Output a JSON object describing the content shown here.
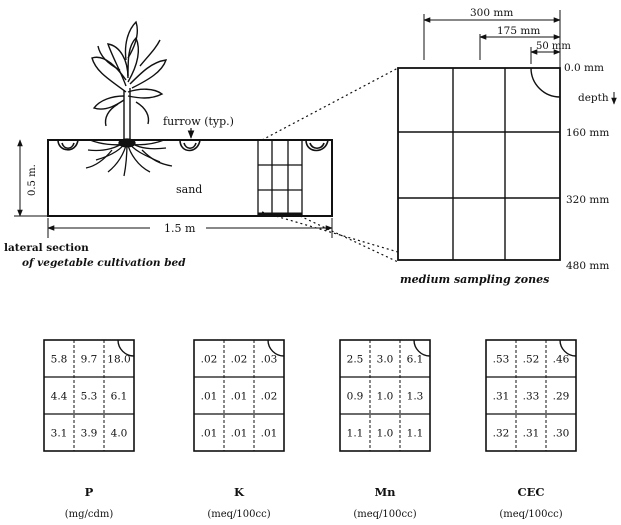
{
  "bed_section": {
    "height_label": "0.5 m.",
    "width_label": "1.5 m",
    "furrow_label": "furrow (typ.)",
    "medium_label": "sand",
    "caption_line1": "lateral section",
    "caption_line2": "of vegetable cultivation bed"
  },
  "zone_detail": {
    "width_labels": [
      "300 mm",
      "175 mm",
      "50 mm"
    ],
    "depth_word": "depth",
    "depth_labels": [
      "0.0 mm",
      "160 mm",
      "320 mm",
      "480 mm"
    ],
    "caption": "medium sampling zones"
  },
  "tables": [
    {
      "name": "P",
      "unit": "(mg/cdm)",
      "rows": [
        [
          "5.8",
          "9.7",
          "18.0"
        ],
        [
          "4.4",
          "5.3",
          "6.1"
        ],
        [
          "3.1",
          "3.9",
          "4.0"
        ]
      ]
    },
    {
      "name": "K",
      "unit": "(meq/100cc)",
      "rows": [
        [
          ".02",
          ".02",
          ".03"
        ],
        [
          ".01",
          ".01",
          ".02"
        ],
        [
          ".01",
          ".01",
          ".01"
        ]
      ]
    },
    {
      "name": "Mn",
      "unit": "(meq/100cc)",
      "rows": [
        [
          "2.5",
          "3.0",
          "6.1"
        ],
        [
          "0.9",
          "1.0",
          "1.3"
        ],
        [
          "1.1",
          "1.0",
          "1.1"
        ]
      ]
    },
    {
      "name": "CEC",
      "unit": "(meq/100cc)",
      "rows": [
        [
          ".53",
          ".52",
          ".46"
        ],
        [
          ".31",
          ".33",
          ".29"
        ],
        [
          ".32",
          ".31",
          ".30"
        ]
      ]
    }
  ]
}
